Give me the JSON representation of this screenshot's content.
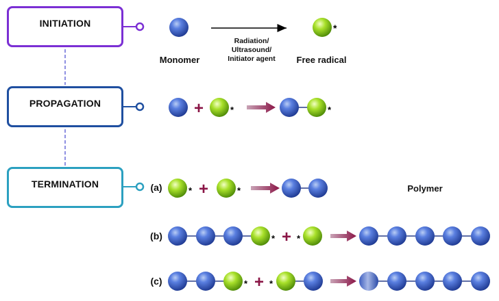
{
  "stages": [
    {
      "label": "INITIATION",
      "color": "#7b2fd4"
    },
    {
      "label": "PROPAGATION",
      "color": "#1f4fa0"
    },
    {
      "label": "TERMINATION",
      "color": "#2ba0c0"
    }
  ],
  "initiation": {
    "monomer_label": "Monomer",
    "arrow_label_lines": [
      "Radiation/",
      "Ultrasound/",
      "Initiator agent"
    ],
    "radical_label": "Free radical"
  },
  "termination": {
    "row_labels": [
      "(a)",
      "(b)",
      "(c)"
    ],
    "polymer_label": "Polymer"
  },
  "symbols": {
    "radical_mark": "*",
    "plus": "+"
  },
  "colors": {
    "monomer_blue": "#3f62c9",
    "radical_green": "#8fd11e",
    "reaction_arrow": "#8a1546",
    "plus": "#8a1546"
  }
}
